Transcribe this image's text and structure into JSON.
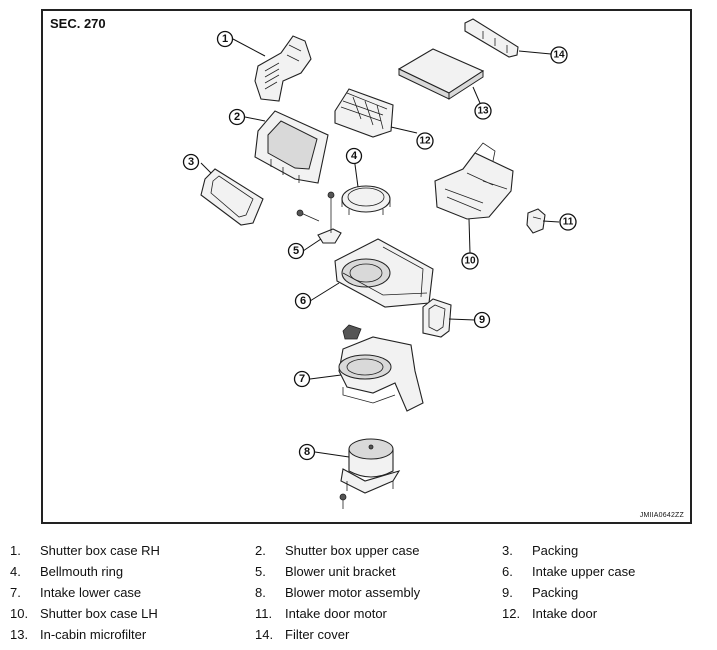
{
  "diagram": {
    "section_label": "SEC. 270",
    "figure_code": "JMIIA0642ZZ",
    "callouts": [
      "1",
      "2",
      "3",
      "4",
      "5",
      "6",
      "7",
      "8",
      "9",
      "10",
      "11",
      "12",
      "13",
      "14"
    ]
  },
  "legend": [
    {
      "num": "1.",
      "label": "Shutter box case RH"
    },
    {
      "num": "2.",
      "label": "Shutter box upper case"
    },
    {
      "num": "3.",
      "label": "Packing"
    },
    {
      "num": "4.",
      "label": "Bellmouth ring"
    },
    {
      "num": "5.",
      "label": "Blower unit bracket"
    },
    {
      "num": "6.",
      "label": "Intake upper case"
    },
    {
      "num": "7.",
      "label": "Intake lower case"
    },
    {
      "num": "8.",
      "label": "Blower motor assembly"
    },
    {
      "num": "9.",
      "label": "Packing"
    },
    {
      "num": "10.",
      "label": "Shutter box case LH"
    },
    {
      "num": "11.",
      "label": "Intake door motor"
    },
    {
      "num": "12.",
      "label": "Intake door"
    },
    {
      "num": "13.",
      "label": "In-cabin microfilter"
    },
    {
      "num": "14.",
      "label": "Filter cover"
    }
  ]
}
